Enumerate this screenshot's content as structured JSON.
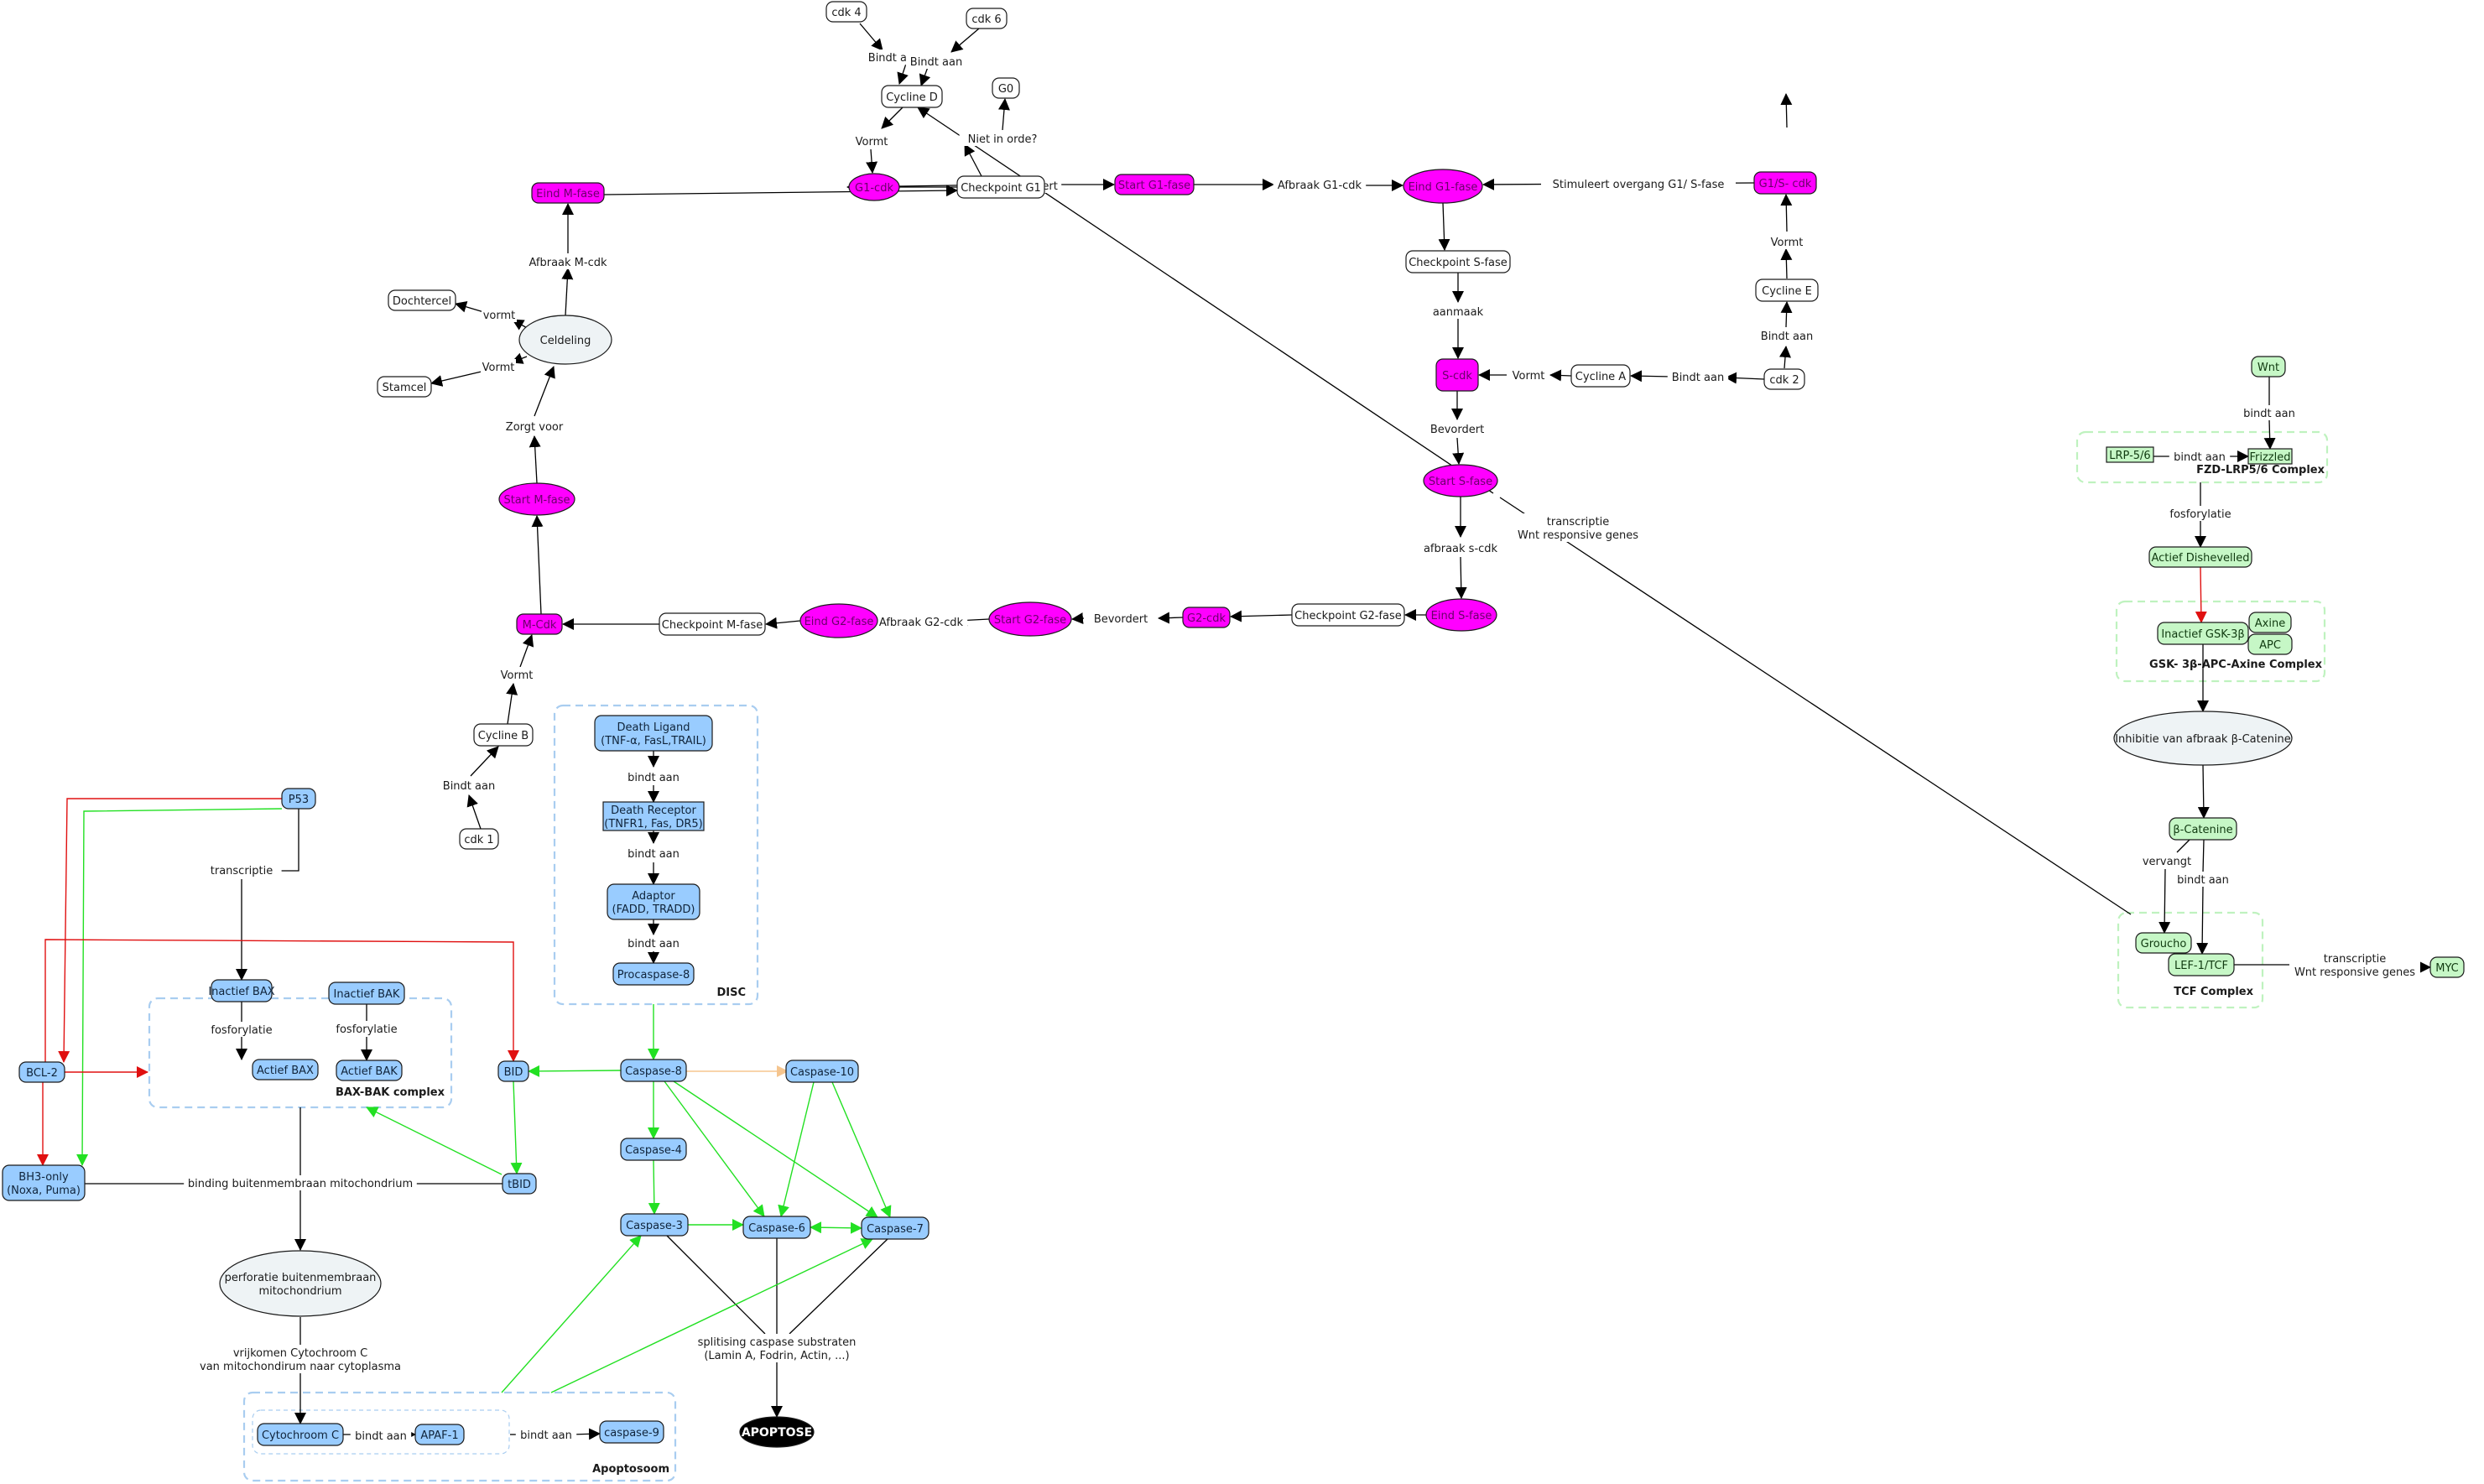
{
  "colors": {
    "magenta": "#ff00ff",
    "white_node": "#ffffff",
    "blue_node": "#99ccff",
    "green_node": "#c6f7c6",
    "gray_ellipse": "#eef3f5",
    "black_node": "#000000",
    "edge_black": "#000000",
    "edge_green": "#22e022",
    "edge_red": "#e01010",
    "edge_orange": "#f5c58f",
    "group_blue": "#a9cdf0",
    "group_green": "#bff2bf"
  },
  "groups": [
    {
      "id": "disc",
      "title": "DISC",
      "style": "blue"
    },
    {
      "id": "baxbak",
      "title": "BAX-BAK complex",
      "style": "blue"
    },
    {
      "id": "apoptosoom",
      "title": "Apoptosoom",
      "style": "blue"
    },
    {
      "id": "apoptosoom_inner",
      "title": "",
      "style": "blue-thin"
    },
    {
      "id": "fzd",
      "title": "FZD-LRP5/6 Complex",
      "style": "green"
    },
    {
      "id": "gsk",
      "title": "GSK- 3β-APC-Axine Complex",
      "style": "green"
    },
    {
      "id": "tcf",
      "title": "TCF Complex",
      "style": "green"
    }
  ],
  "nodes": [
    {
      "id": "cdk4",
      "label": [
        "cdk 4"
      ],
      "kind": "white"
    },
    {
      "id": "cdk6",
      "label": [
        "cdk 6"
      ],
      "kind": "white"
    },
    {
      "id": "cyclineD",
      "label": [
        "Cycline D"
      ],
      "kind": "white"
    },
    {
      "id": "g0",
      "label": [
        "G0"
      ],
      "kind": "white"
    },
    {
      "id": "checkpointG1",
      "label": [
        "Checkpoint G1"
      ],
      "kind": "white"
    },
    {
      "id": "g1cdk",
      "label": [
        "G1-cdk"
      ],
      "kind": "magenta-ellipse"
    },
    {
      "id": "eindMfase",
      "label": [
        "Eind M-fase"
      ],
      "kind": "magenta"
    },
    {
      "id": "startG1",
      "label": [
        "Start G1-fase"
      ],
      "kind": "magenta"
    },
    {
      "id": "eindG1",
      "label": [
        "Eind G1-fase"
      ],
      "kind": "magenta-ellipse"
    },
    {
      "id": "g1scdk",
      "label": [
        "G1/S- cdk"
      ],
      "kind": "magenta"
    },
    {
      "id": "checkpointS",
      "label": [
        "Checkpoint S-fase"
      ],
      "kind": "white"
    },
    {
      "id": "cyclineE",
      "label": [
        "Cycline E"
      ],
      "kind": "white"
    },
    {
      "id": "cdk2",
      "label": [
        "cdk 2"
      ],
      "kind": "white"
    },
    {
      "id": "cyclineA",
      "label": [
        "Cycline A"
      ],
      "kind": "white"
    },
    {
      "id": "scdk",
      "label": [
        "S-cdk"
      ],
      "kind": "magenta"
    },
    {
      "id": "startS",
      "label": [
        "Start S-fase"
      ],
      "kind": "magenta-ellipse"
    },
    {
      "id": "eindS",
      "label": [
        "Eind S-fase"
      ],
      "kind": "magenta-ellipse"
    },
    {
      "id": "checkpointG2",
      "label": [
        "Checkpoint G2-fase"
      ],
      "kind": "white"
    },
    {
      "id": "g2cdk",
      "label": [
        "G2-cdk"
      ],
      "kind": "magenta"
    },
    {
      "id": "startG2",
      "label": [
        "Start G2-fase"
      ],
      "kind": "magenta-ellipse"
    },
    {
      "id": "eindG2",
      "label": [
        "Eind G2-fase"
      ],
      "kind": "magenta-ellipse"
    },
    {
      "id": "checkpointM",
      "label": [
        "Checkpoint M-fase"
      ],
      "kind": "white"
    },
    {
      "id": "mcdk",
      "label": [
        "M-Cdk"
      ],
      "kind": "magenta"
    },
    {
      "id": "startM",
      "label": [
        "Start M-fase"
      ],
      "kind": "magenta-ellipse"
    },
    {
      "id": "cyclineB",
      "label": [
        "Cycline B"
      ],
      "kind": "white"
    },
    {
      "id": "cdk1",
      "label": [
        "cdk 1"
      ],
      "kind": "white"
    },
    {
      "id": "celdeling",
      "label": [
        "Celdeling"
      ],
      "kind": "gray-ellipse"
    },
    {
      "id": "dochtercel",
      "label": [
        "Dochtercel"
      ],
      "kind": "white"
    },
    {
      "id": "stamcel",
      "label": [
        "Stamcel"
      ],
      "kind": "white"
    },
    {
      "id": "deathLigand",
      "label": [
        "Death Ligand",
        "(TNF-α, FasL,TRAIL)"
      ],
      "kind": "blue"
    },
    {
      "id": "deathReceptor",
      "label": [
        "Death Receptor",
        "(TNFR1, Fas, DR5)"
      ],
      "kind": "blue-square"
    },
    {
      "id": "adaptor",
      "label": [
        "Adaptor",
        "(FADD, TRADD)"
      ],
      "kind": "blue"
    },
    {
      "id": "procaspase8",
      "label": [
        "Procaspase-8"
      ],
      "kind": "blue"
    },
    {
      "id": "p53",
      "label": [
        "P53"
      ],
      "kind": "blue"
    },
    {
      "id": "inactiefBAX",
      "label": [
        "Inactief BAX"
      ],
      "kind": "blue"
    },
    {
      "id": "inactiefBAK",
      "label": [
        "Inactief BAK"
      ],
      "kind": "blue"
    },
    {
      "id": "actiefBAX",
      "label": [
        "Actief BAX"
      ],
      "kind": "blue"
    },
    {
      "id": "actiefBAK",
      "label": [
        "Actief BAK"
      ],
      "kind": "blue"
    },
    {
      "id": "bcl2",
      "label": [
        "BCL-2"
      ],
      "kind": "blue"
    },
    {
      "id": "bid",
      "label": [
        "BID"
      ],
      "kind": "blue"
    },
    {
      "id": "tbid",
      "label": [
        "tBID"
      ],
      "kind": "blue"
    },
    {
      "id": "bh3",
      "label": [
        "BH3-only",
        "(Noxa, Puma)"
      ],
      "kind": "blue"
    },
    {
      "id": "perforatie",
      "label": [
        "perforatie buitenmembraan",
        "mitochondrium"
      ],
      "kind": "gray-ellipse"
    },
    {
      "id": "cytochroomC",
      "label": [
        "Cytochroom C"
      ],
      "kind": "blue"
    },
    {
      "id": "apaf1",
      "label": [
        "APAF-1"
      ],
      "kind": "blue"
    },
    {
      "id": "caspase9",
      "label": [
        "caspase-9"
      ],
      "kind": "blue"
    },
    {
      "id": "caspase8",
      "label": [
        "Caspase-8"
      ],
      "kind": "blue"
    },
    {
      "id": "caspase10",
      "label": [
        "Caspase-10"
      ],
      "kind": "blue"
    },
    {
      "id": "caspase4",
      "label": [
        "Caspase-4"
      ],
      "kind": "blue"
    },
    {
      "id": "caspase3",
      "label": [
        "Caspase-3"
      ],
      "kind": "blue"
    },
    {
      "id": "caspase6",
      "label": [
        "Caspase-6"
      ],
      "kind": "blue"
    },
    {
      "id": "caspase7",
      "label": [
        "Caspase-7"
      ],
      "kind": "blue"
    },
    {
      "id": "apoptose",
      "label": [
        "APOPTOSE"
      ],
      "kind": "black-ellipse"
    },
    {
      "id": "wnt",
      "label": [
        "Wnt"
      ],
      "kind": "green"
    },
    {
      "id": "lrp",
      "label": [
        "LRP-5/6"
      ],
      "kind": "green-square"
    },
    {
      "id": "frizzled",
      "label": [
        "Frizzled"
      ],
      "kind": "green-square"
    },
    {
      "id": "dishevelled",
      "label": [
        "Actief Dishevelled"
      ],
      "kind": "green"
    },
    {
      "id": "gsk3b",
      "label": [
        "Inactief GSK-3β"
      ],
      "kind": "green"
    },
    {
      "id": "axine",
      "label": [
        "Axine"
      ],
      "kind": "green"
    },
    {
      "id": "apc",
      "label": [
        "APC"
      ],
      "kind": "green"
    },
    {
      "id": "inhibitie",
      "label": [
        "Inhibitie van afbraak β-Catenine"
      ],
      "kind": "gray-ellipse"
    },
    {
      "id": "bcatenine",
      "label": [
        "β-Catenine"
      ],
      "kind": "green"
    },
    {
      "id": "groucho",
      "label": [
        "Groucho"
      ],
      "kind": "green"
    },
    {
      "id": "lef1",
      "label": [
        "LEF-1/TCF"
      ],
      "kind": "green"
    },
    {
      "id": "myc",
      "label": [
        "MYC"
      ],
      "kind": "green"
    }
  ],
  "edge_labels": [
    {
      "id": "l_bindt_cdk4",
      "text": [
        "Bindt aan"
      ]
    },
    {
      "id": "l_bindt_cdk6",
      "text": [
        "Bindt aan"
      ]
    },
    {
      "id": "l_vormt_d",
      "text": [
        "Vormt"
      ]
    },
    {
      "id": "l_niet",
      "text": [
        "Niet in orde?"
      ]
    },
    {
      "id": "l_bevordert_g1",
      "text": [
        "bevordert"
      ]
    },
    {
      "id": "l_afbraak_g1",
      "text": [
        "Afbraak G1-cdk"
      ]
    },
    {
      "id": "l_stimuleert",
      "text": [
        "Stimuleert overgang G1/ S-fase"
      ]
    },
    {
      "id": "l_vormt_e",
      "text": [
        "Vormt"
      ]
    },
    {
      "id": "l_bindt_e",
      "text": [
        "Bindt aan"
      ]
    },
    {
      "id": "l_bindt_a",
      "text": [
        "Bindt aan"
      ]
    },
    {
      "id": "l_vormt_a",
      "text": [
        "Vormt"
      ]
    },
    {
      "id": "l_aanmaak",
      "text": [
        "aanmaak"
      ]
    },
    {
      "id": "l_bevordert_s",
      "text": [
        "Bevordert"
      ]
    },
    {
      "id": "l_afbraak_s",
      "text": [
        "afbraak s-cdk"
      ]
    },
    {
      "id": "l_bevordert_g2",
      "text": [
        "Bevordert"
      ]
    },
    {
      "id": "l_afbraak_g2",
      "text": [
        "Afbraak G2-cdk"
      ]
    },
    {
      "id": "l_vormt_m",
      "text": [
        "Vormt"
      ]
    },
    {
      "id": "l_bindt_b",
      "text": [
        "Bindt aan"
      ]
    },
    {
      "id": "l_zorgt",
      "text": [
        "Zorgt voor"
      ]
    },
    {
      "id": "l_afbraak_m",
      "text": [
        "Afbraak M-cdk"
      ]
    },
    {
      "id": "l_vormt_dochter",
      "text": [
        "vormt"
      ]
    },
    {
      "id": "l_vormt_stam",
      "text": [
        "Vormt"
      ]
    },
    {
      "id": "l_transcriptie_wnt1",
      "text": [
        "transcriptie",
        "Wnt responsive genes"
      ]
    },
    {
      "id": "l_disc1",
      "text": [
        "bindt aan"
      ]
    },
    {
      "id": "l_disc2",
      "text": [
        "bindt aan"
      ]
    },
    {
      "id": "l_disc3",
      "text": [
        "bindt aan"
      ]
    },
    {
      "id": "l_transcriptie_p53",
      "text": [
        "transcriptie"
      ]
    },
    {
      "id": "l_fosfo_bax",
      "text": [
        "fosforylatie"
      ]
    },
    {
      "id": "l_fosfo_bak",
      "text": [
        "fosforylatie"
      ]
    },
    {
      "id": "l_binding_mito",
      "text": [
        "binding buitenmembraan mitochondrium"
      ]
    },
    {
      "id": "l_vrijkomen",
      "text": [
        "vrijkomen Cytochroom C",
        "van mitochondirum naar cytoplasma"
      ]
    },
    {
      "id": "l_bindt_apaf",
      "text": [
        "bindt aan"
      ]
    },
    {
      "id": "l_bindt_casp9",
      "text": [
        "bindt aan"
      ]
    },
    {
      "id": "l_splitising",
      "text": [
        "splitising caspase substraten",
        "(Lamin A, Fodrin, Actin, ...)"
      ]
    },
    {
      "id": "l_wnt_bindt",
      "text": [
        "bindt aan"
      ]
    },
    {
      "id": "l_lrp_bindt",
      "text": [
        "bindt aan"
      ]
    },
    {
      "id": "l_fosfo_dsh",
      "text": [
        "fosforylatie"
      ]
    },
    {
      "id": "l_vervangt",
      "text": [
        "vervangt"
      ]
    },
    {
      "id": "l_bindt_lef",
      "text": [
        "bindt aan"
      ]
    },
    {
      "id": "l_transcriptie_myc",
      "text": [
        "transcriptie",
        "Wnt responsive genes"
      ]
    }
  ]
}
